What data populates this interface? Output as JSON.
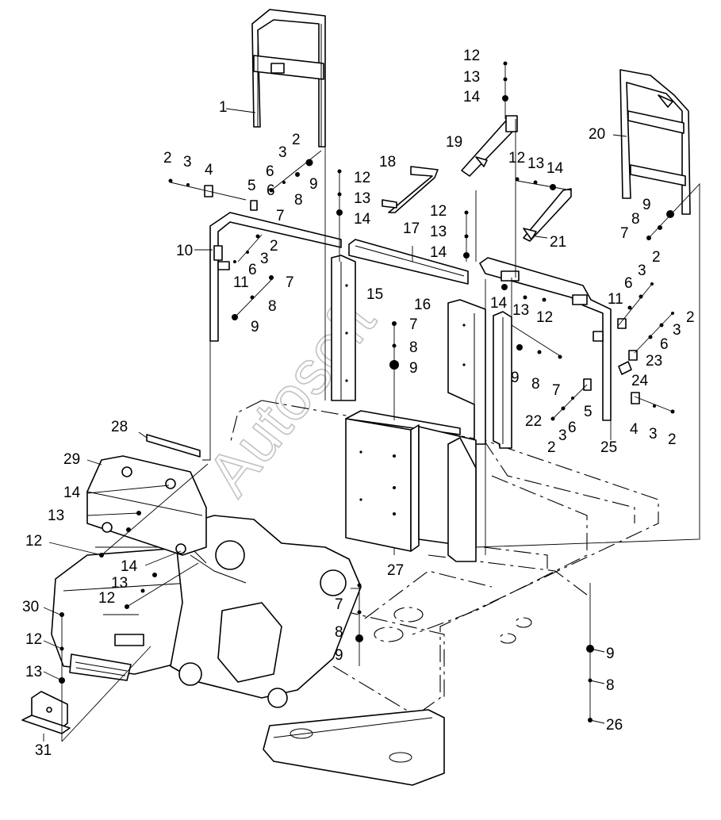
{
  "watermark": "Autosoft",
  "labels": {
    "l1": "1",
    "l2a": "2",
    "l3a": "3",
    "l4a": "4",
    "l5a": "5",
    "l6a": "6",
    "l7a": "7",
    "l8a": "8",
    "l9a": "9",
    "l2b": "2",
    "l3b": "3",
    "l6b": "6",
    "l7b": "7",
    "l8b": "8",
    "l9b": "9",
    "l10": "10",
    "l11a": "11",
    "l2c": "2",
    "l3c": "3",
    "l6c": "6",
    "l12a": "12",
    "l13a": "13",
    "l14a": "14",
    "l15": "15",
    "l16": "16",
    "l17": "17",
    "l18": "18",
    "l12b": "12",
    "l13b": "13",
    "l14b": "14",
    "l19": "19",
    "l12c": "12",
    "l13c": "13",
    "l14c": "14",
    "l20": "20",
    "l21": "21",
    "l12d": "12",
    "l13d": "13",
    "l14d": "14",
    "l9c": "9",
    "l8c": "8",
    "l7c": "7",
    "l7d": "7",
    "l8d": "8",
    "l9d": "9",
    "l9e": "9",
    "l8e": "8",
    "l7e": "7",
    "l22": "22",
    "l11b": "11",
    "l6d": "6",
    "l3d": "3",
    "l2d": "2",
    "l2e": "2",
    "l3e": "3",
    "l6e": "6",
    "l23": "23",
    "l24": "24",
    "l5b": "5",
    "l4b": "4",
    "l3f": "3",
    "l2f": "2",
    "l25": "25",
    "l6f": "6",
    "l3g": "3",
    "l2g": "2",
    "l28": "28",
    "l29": "29",
    "l14e": "14",
    "l13e": "13",
    "l12e": "12",
    "l14f": "14",
    "l13f": "13",
    "l12f": "12",
    "l30": "30",
    "l12g": "12",
    "l13g": "13",
    "l31": "31",
    "l27": "27",
    "l7f": "7",
    "l8f": "8",
    "l9f": "9",
    "l9g": "9",
    "l8g": "8",
    "l26": "26"
  }
}
